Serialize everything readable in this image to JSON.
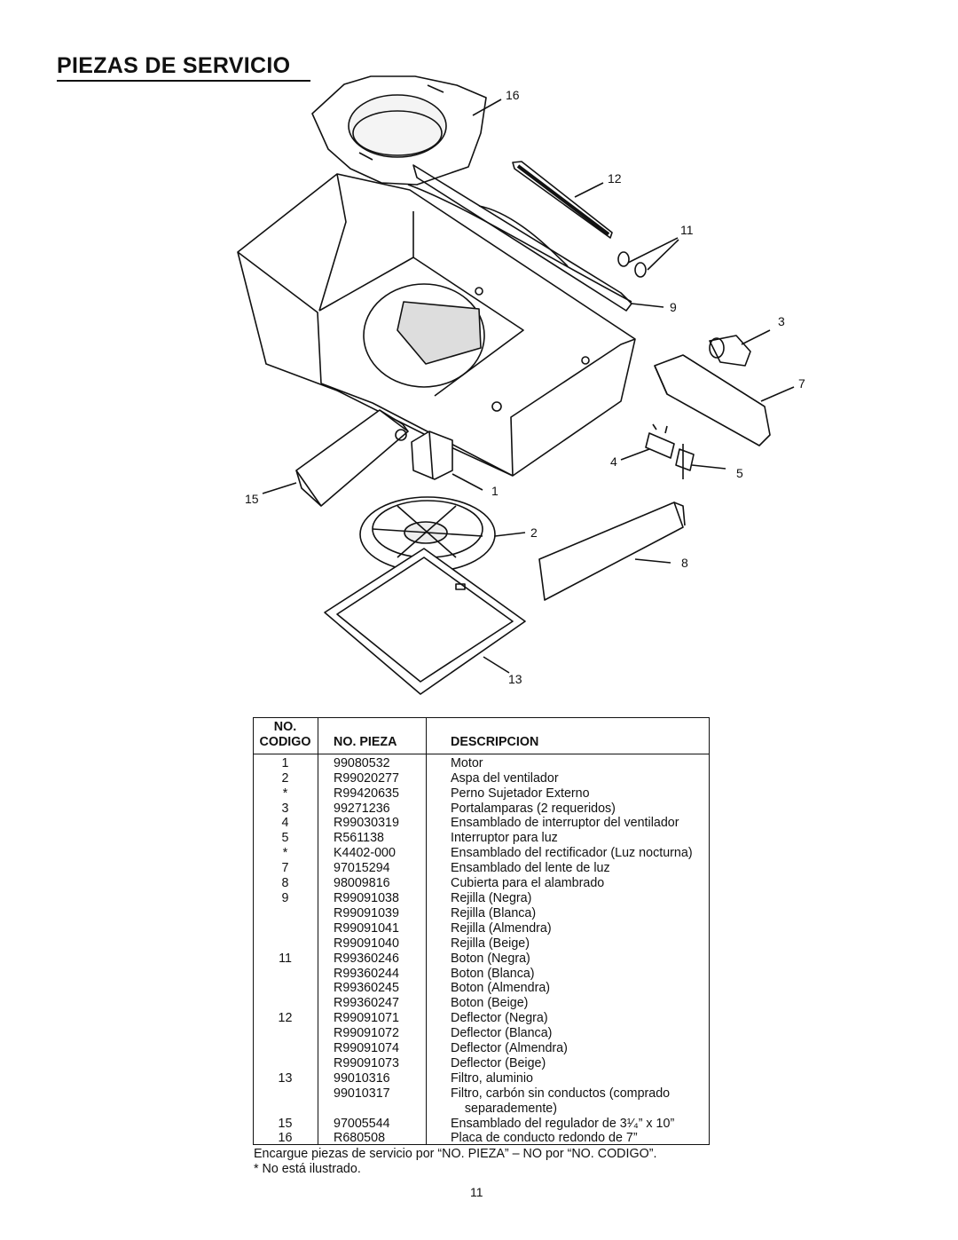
{
  "header": {
    "title": "PIEZAS DE SERVICIO"
  },
  "diagram": {
    "callouts": [
      "16",
      "12",
      "11",
      "9",
      "3",
      "7",
      "4",
      "5",
      "15",
      "1",
      "2",
      "8",
      "13"
    ]
  },
  "table": {
    "headers": {
      "codigo_line1": "NO.",
      "codigo_line2": "CODIGO",
      "pieza": "NO. PIEZA",
      "descripcion": "DESCRIPCION"
    },
    "rows": [
      [
        "1",
        "99080532",
        "Motor"
      ],
      [
        "2",
        "R99020277",
        "Aspa del ventilador"
      ],
      [
        "*",
        "R99420635",
        "Perno Sujetador Externo"
      ],
      [
        "3",
        "99271236",
        "Portalamparas (2 requeridos)"
      ],
      [
        "4",
        "R99030319",
        "Ensamblado de interruptor del ventilador"
      ],
      [
        "5",
        "R561138",
        "Interruptor para luz"
      ],
      [
        "*",
        "K4402-000",
        "Ensamblado del rectificador (Luz nocturna)"
      ],
      [
        "7",
        "97015294",
        "Ensamblado del lente de luz"
      ],
      [
        "8",
        "98009816",
        "Cubierta para el alambrado"
      ],
      [
        "9",
        "R99091038",
        "Rejilla (Negra)"
      ],
      [
        "",
        "R99091039",
        "Rejilla (Blanca)"
      ],
      [
        "",
        "R99091041",
        "Rejilla (Almendra)"
      ],
      [
        "",
        "R99091040",
        "Rejilla (Beige)"
      ],
      [
        "11",
        "R99360246",
        "Boton (Negra)"
      ],
      [
        "",
        "R99360244",
        "Boton (Blanca)"
      ],
      [
        "",
        "R99360245",
        "Boton (Almendra)"
      ],
      [
        "",
        "R99360247",
        "Boton (Beige)"
      ],
      [
        "12",
        "R99091071",
        "Deflector (Negra)"
      ],
      [
        "",
        "R99091072",
        "Deflector (Blanca)"
      ],
      [
        "",
        "R99091074",
        "Deflector (Almendra)"
      ],
      [
        "",
        "R99091073",
        "Deflector (Beige)"
      ],
      [
        "13",
        "99010316",
        "Filtro, aluminio"
      ],
      [
        "",
        "99010317",
        "Filtro, carbón sin conductos (comprado"
      ],
      [
        "",
        "",
        "    separademente)"
      ],
      [
        "15",
        "97005544",
        "Ensamblado del regulador de 3¹⁄₄” x 10”"
      ],
      [
        "16",
        "R680508",
        "Placa de conducto redondo de 7”"
      ]
    ]
  },
  "footnote": {
    "line1": "Encargue piezas de servicio por “NO. PIEZA” – NO por “NO. CODIGO”.",
    "line2": "* No está ilustrado."
  },
  "page_number": "11"
}
